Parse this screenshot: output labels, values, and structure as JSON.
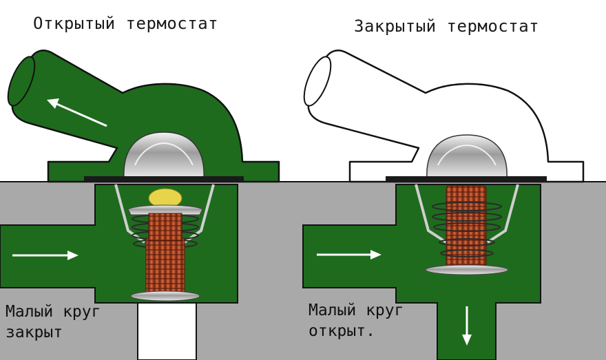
{
  "titles": {
    "open": "Открытый термостат",
    "closed": "Закрытый термостат"
  },
  "notes": {
    "open_line1": "Малый круг",
    "open_line2": "закрыт",
    "closed_line1": "Малый круг",
    "closed_line2": "открыт."
  },
  "colors": {
    "coolant": "#1e6b1e",
    "engine_block": "#a9a9a9",
    "coil": "#b5461c",
    "wax": "#e8d44a",
    "outline": "#111111"
  }
}
